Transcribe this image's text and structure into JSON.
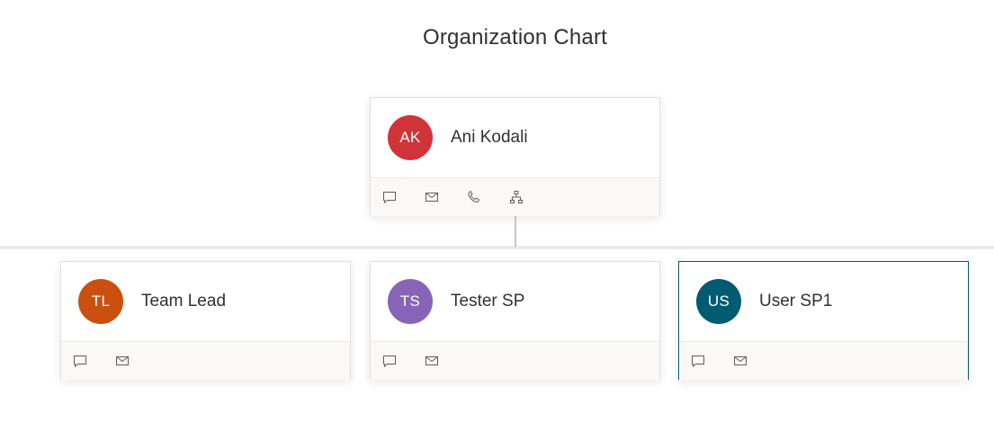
{
  "page": {
    "title": "Organization Chart"
  },
  "manager": {
    "initials": "AK",
    "name": "Ani Kodali",
    "avatar_color": "#d13438",
    "actions": [
      "chat-icon",
      "mail-icon",
      "phone-icon",
      "org-chart-icon"
    ]
  },
  "reports": [
    {
      "initials": "TL",
      "name": "Team Lead",
      "avatar_color": "#ca5010",
      "actions": [
        "chat-icon",
        "mail-icon"
      ]
    },
    {
      "initials": "TS",
      "name": "Tester SP",
      "avatar_color": "#8764b8",
      "actions": [
        "chat-icon",
        "mail-icon"
      ]
    },
    {
      "initials": "US",
      "name": "User SP1",
      "avatar_color": "#005b70",
      "selected": true,
      "actions": [
        "chat-icon",
        "mail-icon"
      ]
    }
  ]
}
